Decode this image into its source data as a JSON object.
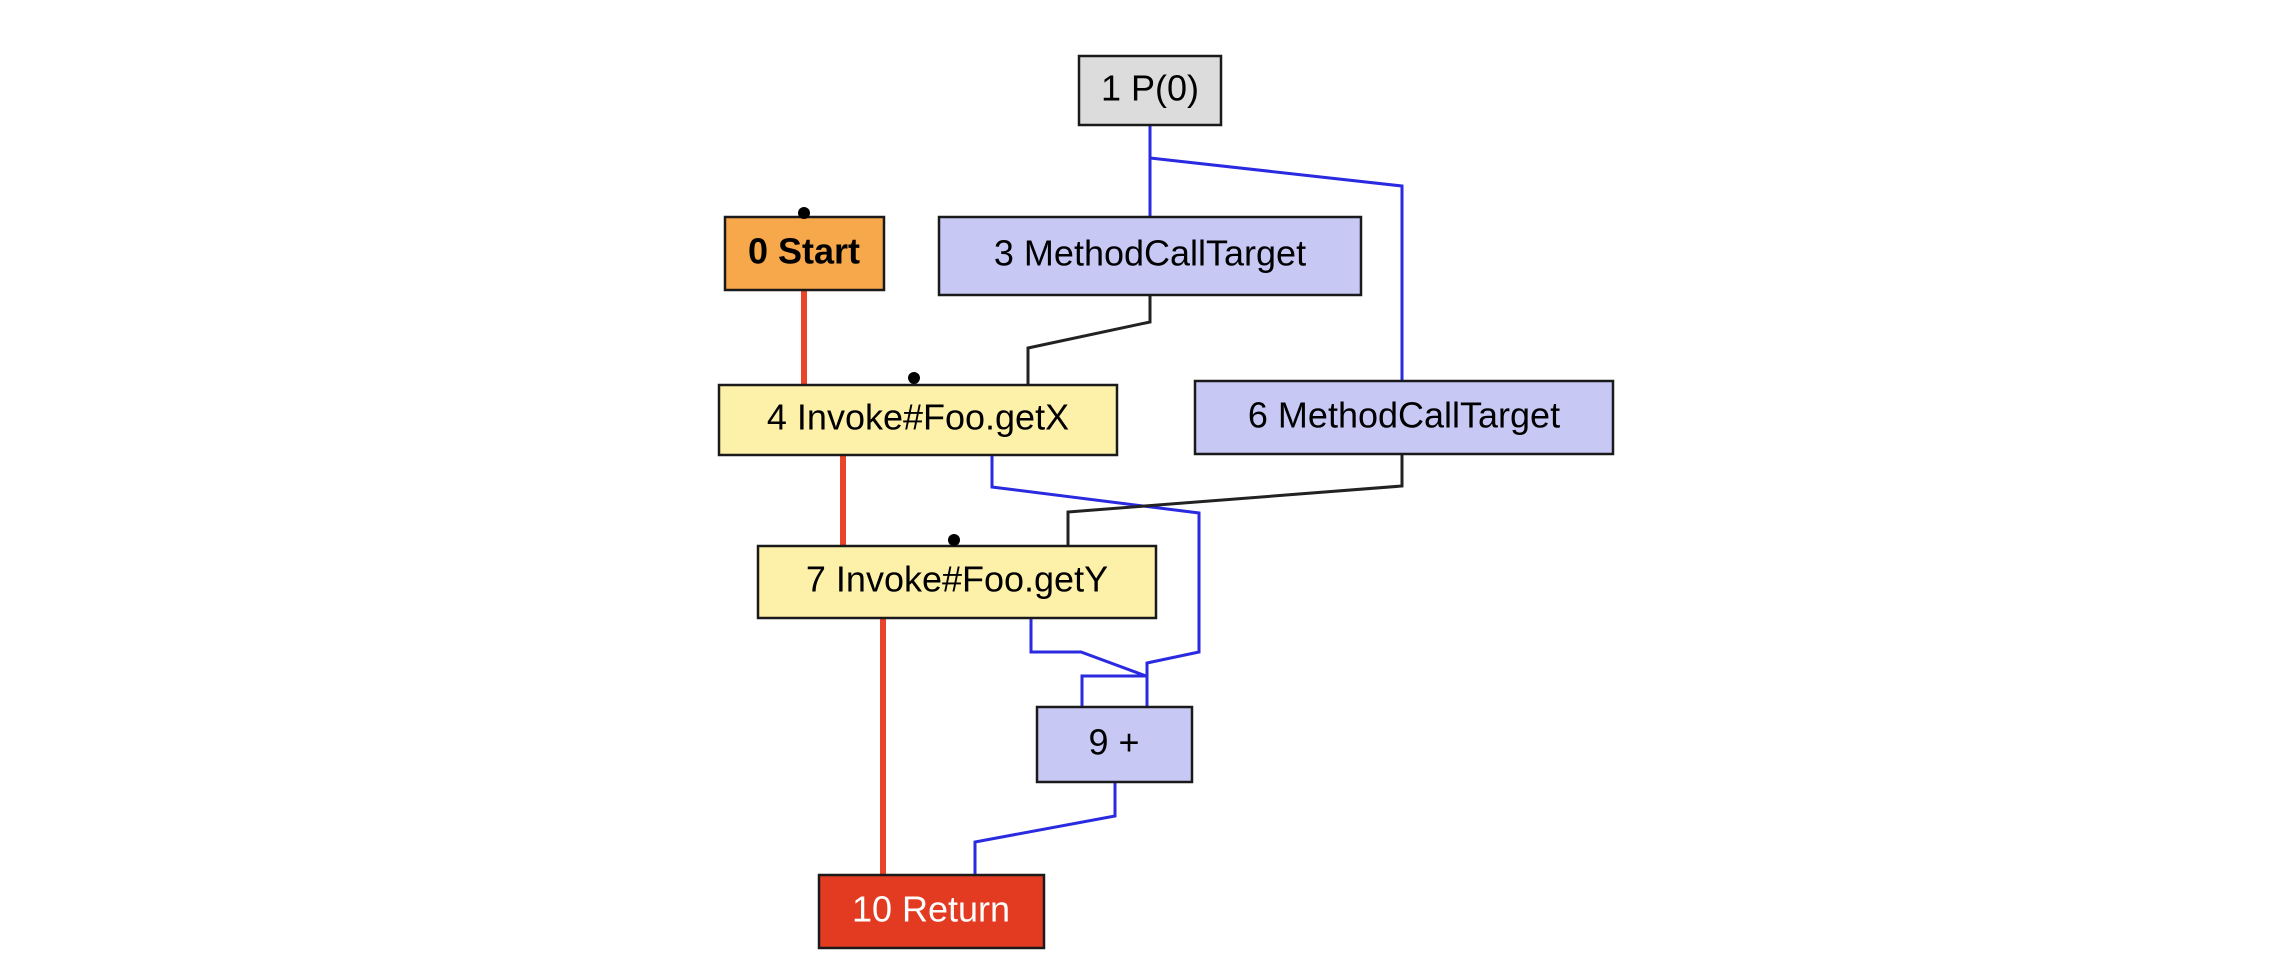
{
  "colors": {
    "control_edge": "#e8452c",
    "data_edge": "#2a2ae0",
    "assoc_edge": "#222222",
    "param_fill": "#dcdcdc",
    "start_fill": "#f7a84a",
    "call_target_fill": "#c8c8f5",
    "invoke_fill": "#fdf0a8",
    "arith_fill": "#c8c8f5",
    "return_fill": "#e33b22"
  },
  "nodes": [
    {
      "id": "n1",
      "label": "1 P(0)",
      "kind": "param"
    },
    {
      "id": "n0",
      "label": "0 Start",
      "kind": "start"
    },
    {
      "id": "n3",
      "label": "3 MethodCallTarget",
      "kind": "call_target"
    },
    {
      "id": "n4",
      "label": "4 Invoke#Foo.getX",
      "kind": "invoke"
    },
    {
      "id": "n6",
      "label": "6 MethodCallTarget",
      "kind": "call_target"
    },
    {
      "id": "n7",
      "label": "7 Invoke#Foo.getY",
      "kind": "invoke"
    },
    {
      "id": "n9",
      "label": "9 +",
      "kind": "arith"
    },
    {
      "id": "n10",
      "label": "10 Return",
      "kind": "return"
    }
  ]
}
